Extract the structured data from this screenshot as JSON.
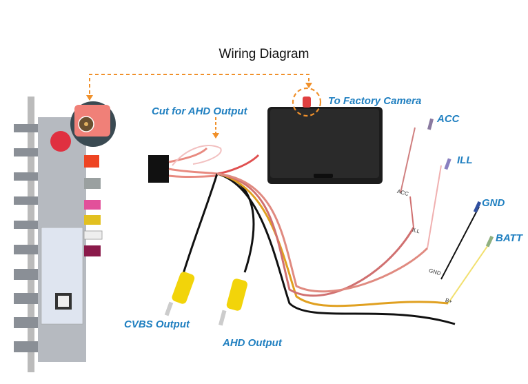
{
  "title": "Wiring Diagram",
  "callouts": {
    "cut_for_ahd": "Cut for AHD Output",
    "to_factory_camera": "To Factory Camera",
    "acc": "ACC",
    "ill": "ILL",
    "gnd": "GND",
    "batt": "BATT",
    "cvbs_output": "CVBS Output",
    "ahd_output": "AHD Output"
  },
  "wire_tags": [
    "ACC",
    "ILL",
    "GND",
    "B+"
  ],
  "colors": {
    "label": "#1f7fc0",
    "dashed_line": "#f0902a",
    "box": "#1c1c1c",
    "rca": "#f2d40a"
  }
}
